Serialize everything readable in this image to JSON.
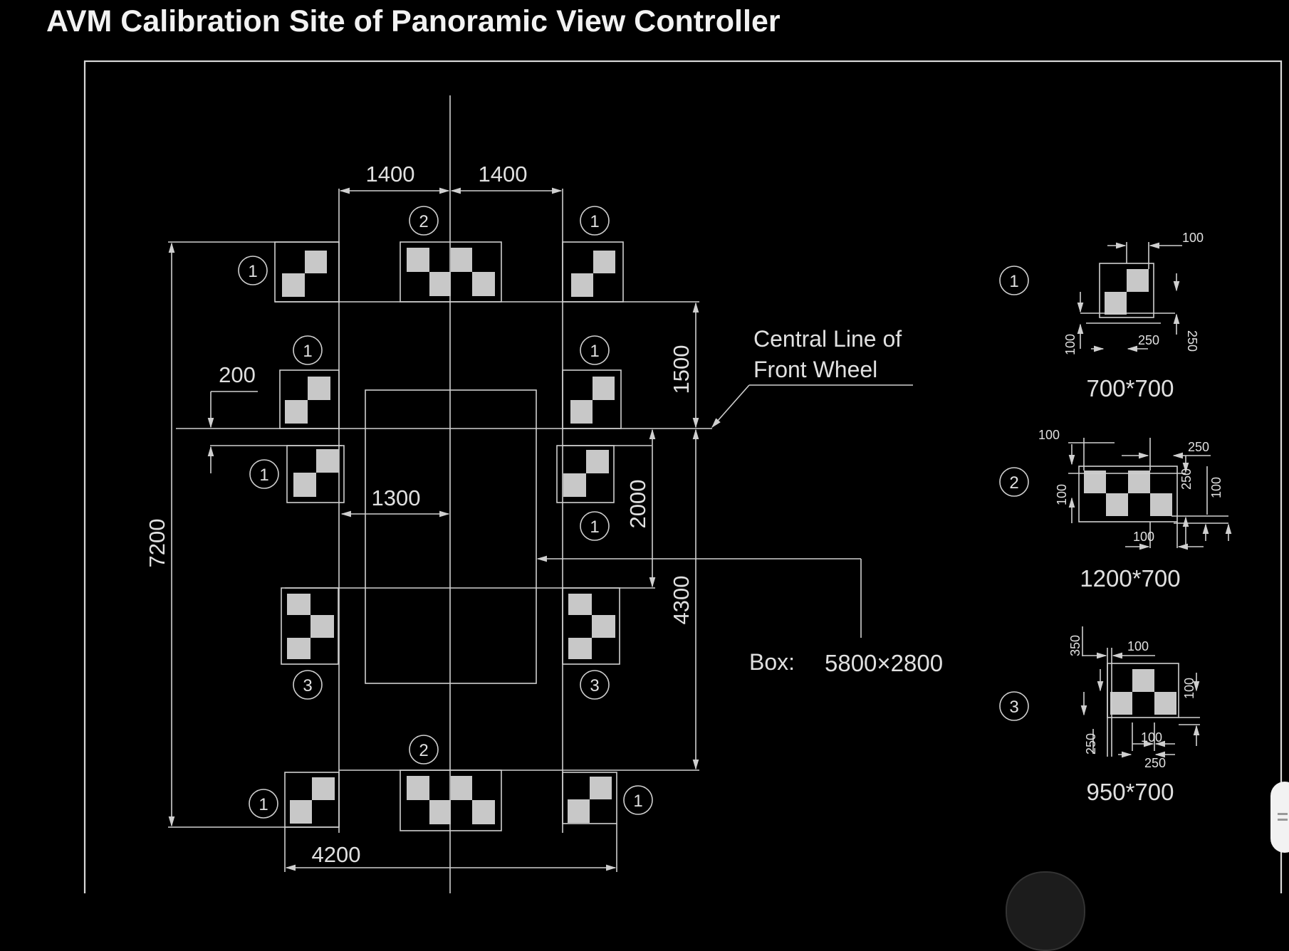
{
  "title": "AVM Calibration Site of Panoramic View Controller",
  "colors": {
    "background": "#000000",
    "lines": "#cfcfcf",
    "pattern": "#c8c8c8",
    "text": "#e0e0e0"
  },
  "labels": {
    "central_line_1": "Central Line of",
    "central_line_2": "Front Wheel",
    "box_label": "Box:",
    "box_value": "5800×2800"
  },
  "dims": {
    "d1400a": "1400",
    "d1400b": "1400",
    "d1500": "1500",
    "d200": "200",
    "d1300": "1300",
    "d2000": "2000",
    "d4300": "4300",
    "d7200": "7200",
    "d4200": "4200"
  },
  "markers": {
    "m1": "1",
    "m2": "2",
    "m3": "3"
  },
  "detail": {
    "t1": {
      "marker": "1",
      "size": "700*700",
      "d100a": "100",
      "d100b": "100",
      "d250a": "250",
      "d250b": "250"
    },
    "t2": {
      "marker": "2",
      "size": "1200*700",
      "d100a": "100",
      "d100b": "100",
      "d100c": "100",
      "d100d": "100",
      "d250a": "250",
      "d250b": "250"
    },
    "t3": {
      "marker": "3",
      "size": "950*700",
      "d350": "350",
      "d100a": "100",
      "d100b": "100",
      "d100c": "100",
      "d250a": "250",
      "d250b": "250"
    }
  }
}
